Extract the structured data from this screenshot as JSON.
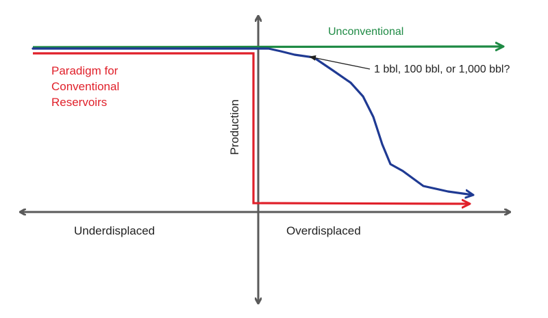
{
  "labels": {
    "unconventional": "Unconventional",
    "paradigm_lines": [
      "Paradigm for",
      "Conventional",
      "Reservoirs"
    ],
    "annotation": "1 bbl, 100 bbl, or 1,000 bbl?",
    "y_axis": "Production",
    "x_left": "Underdisplaced",
    "x_right": "Overdisplaced"
  },
  "colors": {
    "axis": "#5a5a5a",
    "unconventional": "#1e8a44",
    "conventional": "#e0202a",
    "decline": "#1f3a93",
    "annotation_text": "#222222",
    "annotation_arrow": "#222222"
  }
}
